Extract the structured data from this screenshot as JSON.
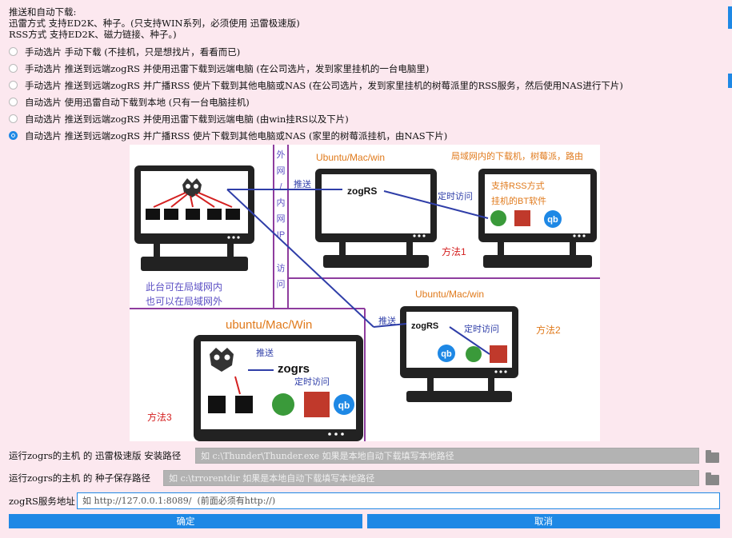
{
  "header": {
    "line1": "推送和自动下载:",
    "line2": "迅雷方式 支持ED2K、种子。(只支持WIN系列，必须使用 迅雷极速版)",
    "line3": "RSS方式 支持ED2K、磁力链接、种子。)"
  },
  "options": [
    {
      "label": "手动选片 手动下载 (不挂机，只是想找片，看看而已)",
      "selected": false
    },
    {
      "label": "手动选片 推送到远端zogRS 并使用迅雷下载到远端电脑 (在公司选片，发到家里挂机的一台电脑里)",
      "selected": false
    },
    {
      "label": "手动选片 推送到远端zogRS 并广播RSS 使片下载到其他电脑或NAS (在公司选片，发到家里挂机的树莓派里的RSS服务，然后使用NAS进行下片)",
      "selected": false
    },
    {
      "label": "自动选片 使用迅雷自动下载到本地 (只有一台电脑挂机)",
      "selected": false
    },
    {
      "label": "自动选片 推送到远端zogRS 并使用迅雷下载到远端电脑 (由win挂RS以及下片)",
      "selected": false
    },
    {
      "label": "自动选片 推送到远端zogRS 并广播RSS 使片下载到其他电脑或NAS (家里的树莓派挂机，由NAS下片)",
      "selected": true
    }
  ],
  "diagram": {
    "outer_lan_label": [
      "外",
      "网",
      "/",
      "内",
      "网",
      "IP",
      "访",
      "问"
    ],
    "top_center_os": "Ubuntu/Mac/win",
    "top_right_label": "局域网内的下载机，树莓派，路由",
    "push": "推送",
    "zogrs": "zogRS",
    "timed_access": "定时访问",
    "rss_support_line1": "支持RSS方式",
    "rss_support_line2": "挂机的BT软件",
    "method1": "方法1",
    "local_note_line1": "此台可在局域网内",
    "local_note_line2": "也可以在局域网外",
    "mid_right_os": "Ubuntu/Mac/win",
    "method2": "方法2",
    "bottom_os": "ubuntu/Mac/Win",
    "zogrs_lower": "zogrs",
    "method3": "方法3",
    "qb": "qb"
  },
  "fields": {
    "thunder_label": "运行zogrs的主机 的 迅雷极速版 安装路径",
    "thunder_placeholder": "如 c:\\Thunder\\Thunder.exe 如果是本地自动下载填写本地路径",
    "torrent_label": "运行zogrs的主机 的 种子保存路径",
    "torrent_placeholder": "如 c:\\trrorentdir 如果是本地自动下载填写本地路径",
    "service_label": "zogRS服务地址",
    "service_placeholder": "如 http://127.0.0.1:8089/  (前面必须有http://)"
  },
  "buttons": {
    "confirm": "确定",
    "cancel": "取消"
  },
  "colors": {
    "accent": "#1e88e5",
    "diagram_purple": "#8e3c9e",
    "diagram_orange": "#e07a1c",
    "diagram_blue_text": "#5b4fc4",
    "arrow_blue": "#2f3ea8",
    "arrow_red": "#d42020"
  }
}
